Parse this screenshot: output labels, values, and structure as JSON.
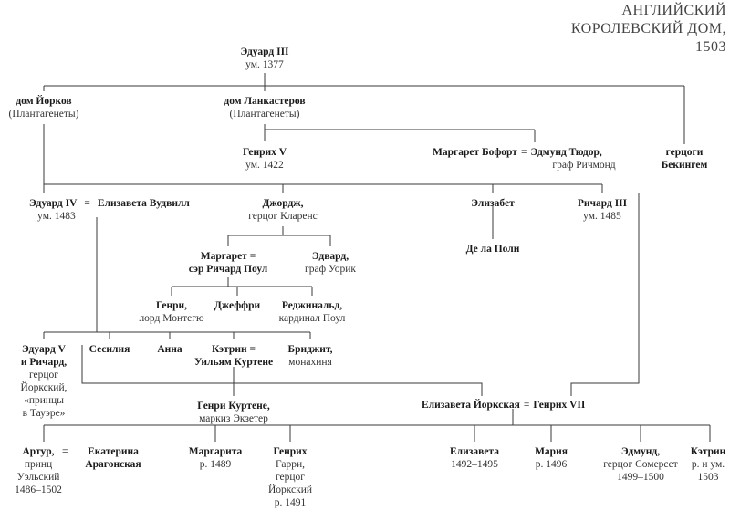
{
  "title": [
    "АНГЛИЙСКИЙ",
    "КОРОЛЕВСКИЙ ДОМ,",
    "1503"
  ],
  "eq": "=",
  "nodes": {
    "edward3": {
      "name": "Эдуард III",
      "sub": [
        "ум. 1377"
      ]
    },
    "york": {
      "name": "дом Йорков",
      "sub": [
        "(Плантагенеты)"
      ]
    },
    "lancaster": {
      "name": "дом Ланкастеров",
      "sub": [
        "(Плантагенеты)"
      ]
    },
    "henry5": {
      "name": "Генрих V",
      "sub": [
        "ум. 1422"
      ]
    },
    "beaufort": {
      "name": "Маргарет Бофорт",
      "partner": "Эдмунд Тюдор,",
      "sub": [
        "граф Ричмонд"
      ]
    },
    "buckingham": {
      "name": "герцоги",
      "name2": "Бекингем"
    },
    "edward4": {
      "name": "Эдуард IV",
      "partner": "Елизавета Вудвилл",
      "sub": [
        "ум. 1483"
      ]
    },
    "george": {
      "name": "Джордж,",
      "sub": [
        "герцог Кларенс"
      ]
    },
    "elizabet": {
      "name": "Элизабет"
    },
    "delapole": {
      "name": "Де ла Поли"
    },
    "richard3": {
      "name": "Ричард III",
      "sub": [
        "ум. 1485"
      ]
    },
    "margaret": {
      "name": "Маргарет =",
      "name2": "сэр Ричард Поул"
    },
    "edward_w": {
      "name": "Эдвард,",
      "sub": [
        "граф Уорик"
      ]
    },
    "henry_m": {
      "name": "Генри,",
      "sub": [
        "лорд Монтегю"
      ]
    },
    "geoffrey": {
      "name": "Джеффри"
    },
    "reginald": {
      "name": "Реджинальд,",
      "sub": [
        "кардинал Поул"
      ]
    },
    "princes": {
      "name": "Эдуард V",
      "name2": "и Ричард,",
      "sub": [
        "герцог",
        "Йоркский,",
        "«принцы",
        "в Тауэре»"
      ]
    },
    "cecily": {
      "name": "Сесилия"
    },
    "anne": {
      "name": "Анна"
    },
    "catherine": {
      "name": "Кэтрин =",
      "name2": "Уильям Куртене"
    },
    "bridget": {
      "name": "Бриджит,",
      "sub": [
        "монахиня"
      ]
    },
    "henry_c": {
      "name": "Генри Куртене,",
      "sub": [
        "маркиз Экзетер"
      ]
    },
    "eliz_york": {
      "name": "Елизавета Йоркская",
      "partner": "Генрих VII"
    },
    "arthur": {
      "name": "Артур,",
      "sub": [
        "принц",
        "Уэльский",
        "1486–1502"
      ]
    },
    "cath_ar": {
      "name": "Екатерина",
      "name2": "Арагонская"
    },
    "margarita": {
      "name": "Маргарита",
      "sub": [
        "р. 1489"
      ]
    },
    "henry8": {
      "name": "Генрих",
      "sub": [
        "Гарри,",
        "герцог",
        "Йоркский",
        "р. 1491"
      ]
    },
    "elizaveta": {
      "name": "Елизавета",
      "sub": [
        "1492–1495"
      ]
    },
    "maria": {
      "name": "Мария",
      "sub": [
        "р. 1496"
      ]
    },
    "edmund": {
      "name": "Эдмунд,",
      "sub": [
        "герцог Сомерсет",
        "1499–1500"
      ]
    },
    "katrin": {
      "name": "Кэтрин",
      "sub": [
        "р. и ум.",
        "1503"
      ]
    }
  }
}
